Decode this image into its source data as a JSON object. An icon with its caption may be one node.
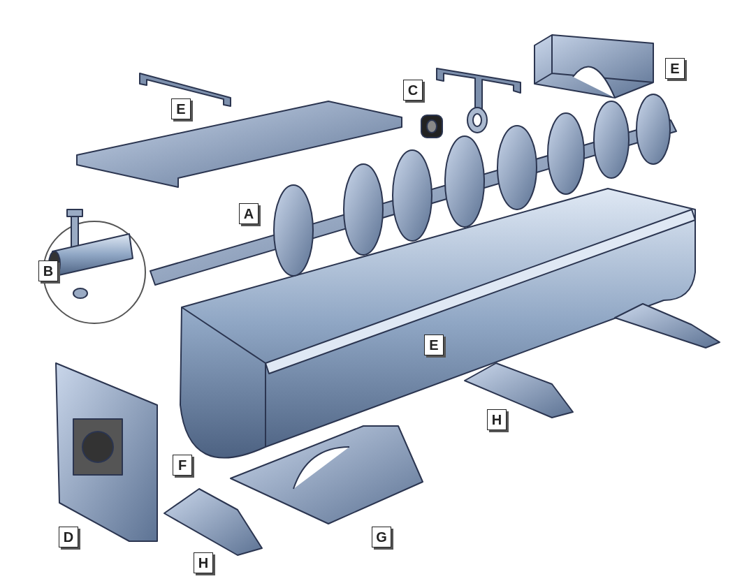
{
  "diagram": {
    "labels": [
      "E",
      "C",
      "E",
      "A",
      "B",
      "E",
      "H",
      "F",
      "D",
      "G",
      "H"
    ]
  }
}
